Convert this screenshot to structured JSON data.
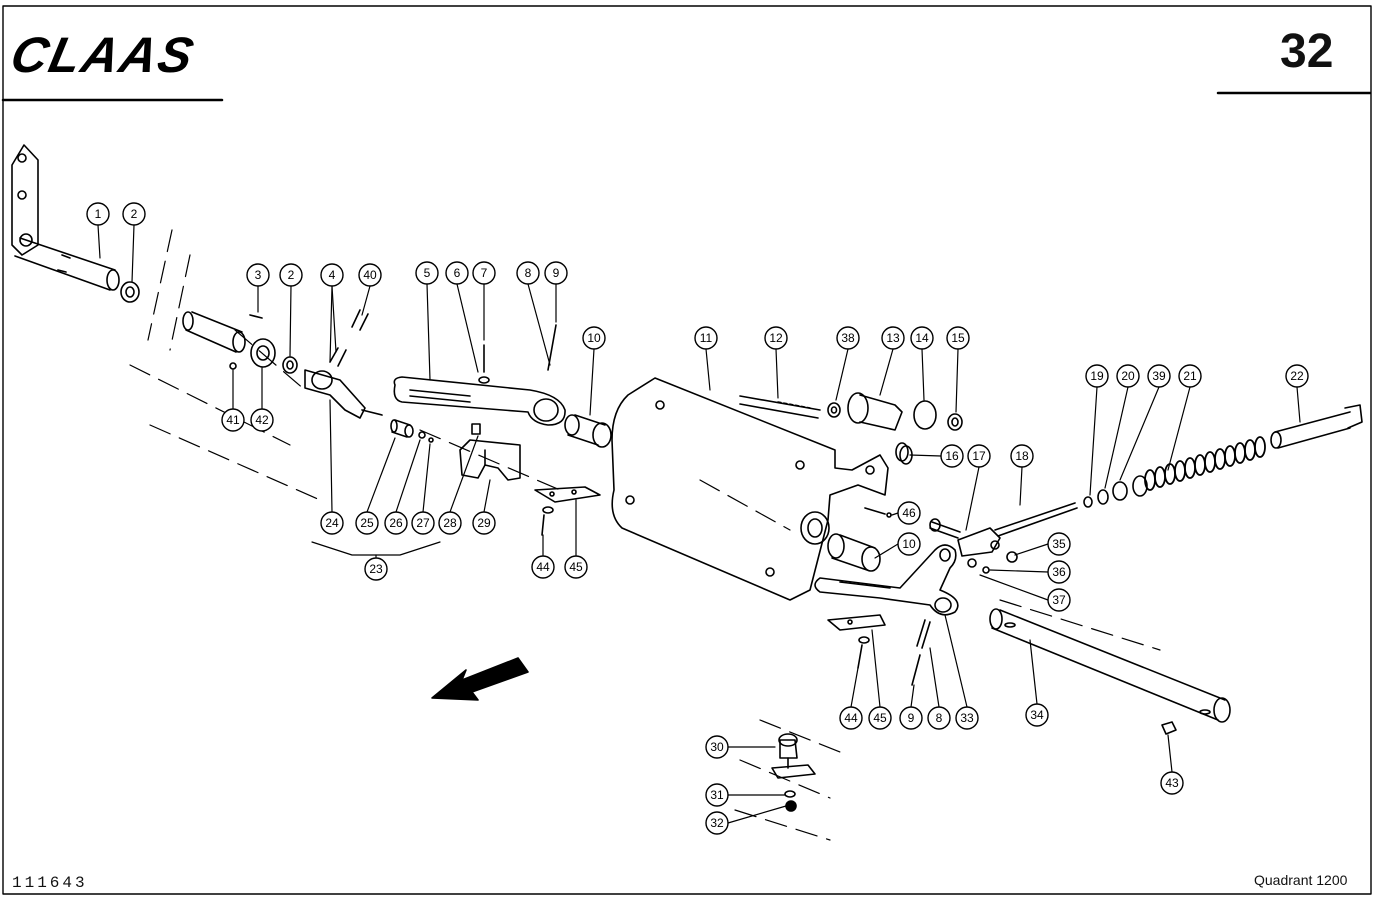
{
  "header": {
    "brand": "CLAAS",
    "page_number": "32"
  },
  "footer": {
    "drawing_number": "111643",
    "model": "Quadrant 1200"
  },
  "callouts": [
    {
      "id": "c1",
      "label": "1"
    },
    {
      "id": "c2a",
      "label": "2"
    },
    {
      "id": "c2b",
      "label": "2"
    },
    {
      "id": "c3",
      "label": "3"
    },
    {
      "id": "c4",
      "label": "4"
    },
    {
      "id": "c40",
      "label": "40"
    },
    {
      "id": "c5",
      "label": "5"
    },
    {
      "id": "c6",
      "label": "6"
    },
    {
      "id": "c7",
      "label": "7"
    },
    {
      "id": "c8a",
      "label": "8"
    },
    {
      "id": "c9a",
      "label": "9"
    },
    {
      "id": "c10a",
      "label": "10"
    },
    {
      "id": "c11",
      "label": "11"
    },
    {
      "id": "c12",
      "label": "12"
    },
    {
      "id": "c38",
      "label": "38"
    },
    {
      "id": "c13",
      "label": "13"
    },
    {
      "id": "c14",
      "label": "14"
    },
    {
      "id": "c15",
      "label": "15"
    },
    {
      "id": "c19",
      "label": "19"
    },
    {
      "id": "c20",
      "label": "20"
    },
    {
      "id": "c39",
      "label": "39"
    },
    {
      "id": "c21",
      "label": "21"
    },
    {
      "id": "c22",
      "label": "22"
    },
    {
      "id": "c41",
      "label": "41"
    },
    {
      "id": "c42",
      "label": "42"
    },
    {
      "id": "c24",
      "label": "24"
    },
    {
      "id": "c25",
      "label": "25"
    },
    {
      "id": "c26",
      "label": "26"
    },
    {
      "id": "c27",
      "label": "27"
    },
    {
      "id": "c28",
      "label": "28"
    },
    {
      "id": "c29",
      "label": "29"
    },
    {
      "id": "c23",
      "label": "23"
    },
    {
      "id": "c44a",
      "label": "44"
    },
    {
      "id": "c45a",
      "label": "45"
    },
    {
      "id": "c46",
      "label": "46"
    },
    {
      "id": "c16",
      "label": "16"
    },
    {
      "id": "c17",
      "label": "17"
    },
    {
      "id": "c18",
      "label": "18"
    },
    {
      "id": "c10b",
      "label": "10"
    },
    {
      "id": "c35",
      "label": "35"
    },
    {
      "id": "c36",
      "label": "36"
    },
    {
      "id": "c37",
      "label": "37"
    },
    {
      "id": "c44b",
      "label": "44"
    },
    {
      "id": "c45b",
      "label": "45"
    },
    {
      "id": "c9b",
      "label": "9"
    },
    {
      "id": "c8b",
      "label": "8"
    },
    {
      "id": "c33",
      "label": "33"
    },
    {
      "id": "c34",
      "label": "34"
    },
    {
      "id": "c30",
      "label": "30"
    },
    {
      "id": "c31",
      "label": "31"
    },
    {
      "id": "c32",
      "label": "32"
    },
    {
      "id": "c43",
      "label": "43"
    }
  ],
  "icons": {
    "direction_arrow": "travel-direction-arrow-icon"
  }
}
